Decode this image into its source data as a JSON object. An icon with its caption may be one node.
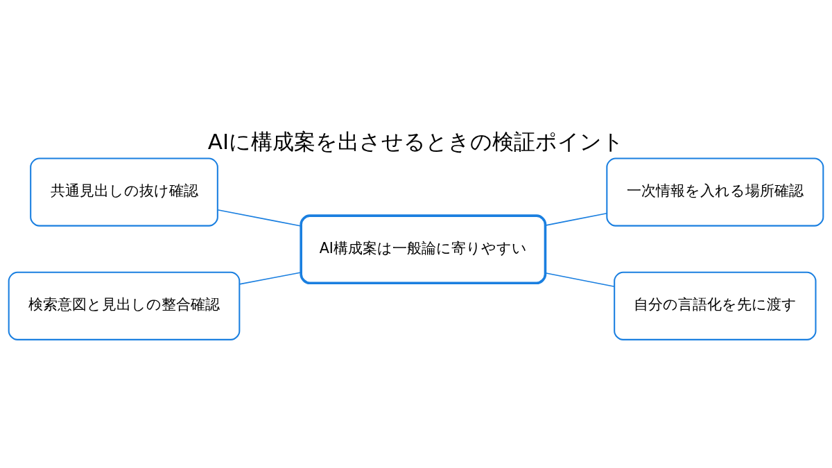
{
  "diagram": {
    "title": "AIに構成案を出させるときの検証ポイント",
    "nodes": [
      {
        "text": [
          "共通見出しの抜け確認"
        ]
      },
      {
        "text": [
          "一次情報を入れる場所確認"
        ]
      },
      {
        "text": [
          "AI構成案は一般論に寄りやすい"
        ]
      },
      {
        "text": [
          "検索意図と見出しの整合確認"
        ]
      },
      {
        "text": [
          "自分の言語化を先に渡す"
        ]
      }
    ],
    "edges": [
      {
        "from": 2,
        "to": 0,
        "arrow": "none"
      },
      {
        "from": 2,
        "to": 1,
        "arrow": "none"
      },
      {
        "from": 2,
        "to": 3,
        "arrow": "none"
      },
      {
        "from": 2,
        "to": 4,
        "arrow": "none"
      }
    ]
  }
}
